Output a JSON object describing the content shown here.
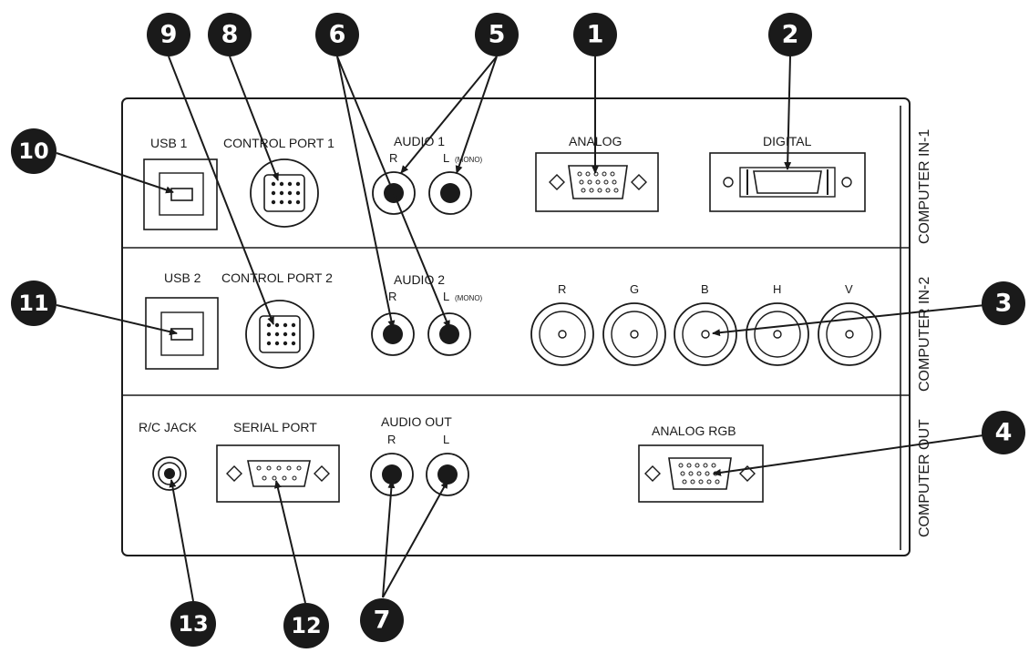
{
  "side_labels": {
    "in1": "COMPUTER IN-1",
    "in2": "COMPUTER IN-2",
    "out": "COMPUTER OUT"
  },
  "port_labels": {
    "usb1": "USB 1",
    "control_port1": "CONTROL PORT 1",
    "audio1": "AUDIO 1",
    "audio1_r": "R",
    "audio1_l": "L",
    "audio1_mono": "(MONO)",
    "analog": "ANALOG",
    "digital": "DIGITAL",
    "usb2": "USB 2",
    "control_port2": "CONTROL PORT 2",
    "audio2": "AUDIO 2",
    "audio2_r": "R",
    "audio2_l": "L",
    "audio2_mono": "(MONO)",
    "bnc_r": "R",
    "bnc_g": "G",
    "bnc_b": "B",
    "bnc_h": "H",
    "bnc_v": "V",
    "rc_jack": "R/C JACK",
    "serial_port": "SERIAL PORT",
    "audio_out": "AUDIO OUT",
    "audio_out_r": "R",
    "audio_out_l": "L",
    "analog_rgb": "ANALOG RGB"
  },
  "callouts": {
    "n1": "1",
    "n2": "2",
    "n3": "3",
    "n4": "4",
    "n5": "5",
    "n6": "6",
    "n7": "7",
    "n8": "8",
    "n9": "9",
    "n10": "10",
    "n11": "11",
    "n12": "12",
    "n13": "13"
  },
  "colors": {
    "ink": "#1a1a1a",
    "paper": "#ffffff"
  }
}
